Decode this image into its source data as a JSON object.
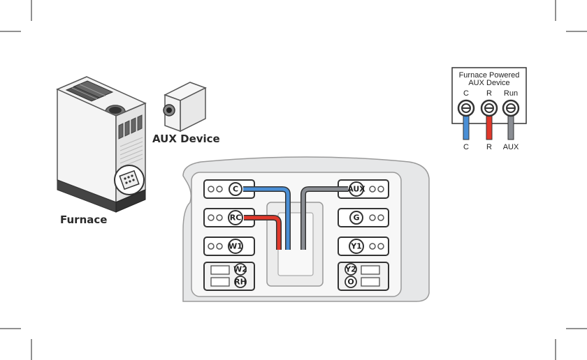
{
  "labels": {
    "furnace": "Furnace",
    "aux_device": "AUX Device"
  },
  "aux_box": {
    "title_line1": "Furnace Powered",
    "title_line2": "AUX Device",
    "terminals_top": [
      "C",
      "R",
      "Run"
    ],
    "terminals_bottom": [
      "C",
      "R",
      "AUX"
    ],
    "wire_colors": [
      "#4a8fd6",
      "#e0382b",
      "#8a8d93"
    ]
  },
  "thermostat": {
    "left_terminals": [
      "C",
      "RC",
      "W1"
    ],
    "right_terminals": [
      "AUX",
      "G",
      "Y1"
    ],
    "left_switch": [
      "W2",
      "RH"
    ],
    "right_switch": [
      "Y2",
      "O"
    ]
  },
  "colors": {
    "blue_wire": "#4a8fd6",
    "red_wire": "#e0382b",
    "gray_wire": "#8a8d93"
  }
}
